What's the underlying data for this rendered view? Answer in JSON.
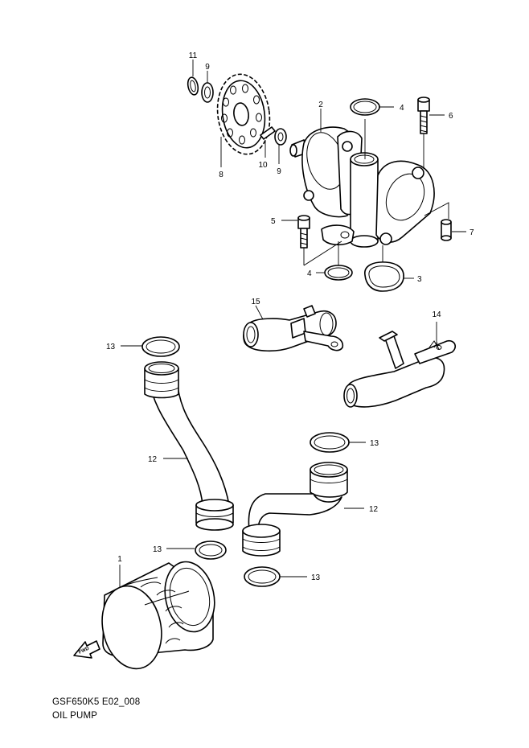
{
  "diagram": {
    "code": "GSF650K5 E02_008",
    "title": "OIL PUMP",
    "fwd_label": "FWD"
  },
  "callouts": [
    {
      "id": "c1",
      "label": "1"
    },
    {
      "id": "c2",
      "label": "2"
    },
    {
      "id": "c3",
      "label": "3"
    },
    {
      "id": "c4a",
      "label": "4"
    },
    {
      "id": "c4b",
      "label": "4"
    },
    {
      "id": "c5",
      "label": "5"
    },
    {
      "id": "c6",
      "label": "6"
    },
    {
      "id": "c7",
      "label": "7"
    },
    {
      "id": "c8",
      "label": "8"
    },
    {
      "id": "c9a",
      "label": "9"
    },
    {
      "id": "c9b",
      "label": "9"
    },
    {
      "id": "c10",
      "label": "10"
    },
    {
      "id": "c11",
      "label": "11"
    },
    {
      "id": "c12a",
      "label": "12"
    },
    {
      "id": "c12b",
      "label": "12"
    },
    {
      "id": "c13a",
      "label": "13"
    },
    {
      "id": "c13b",
      "label": "13"
    },
    {
      "id": "c13c",
      "label": "13"
    },
    {
      "id": "c13d",
      "label": "13"
    },
    {
      "id": "c14",
      "label": "14"
    },
    {
      "id": "c15",
      "label": "15"
    }
  ]
}
